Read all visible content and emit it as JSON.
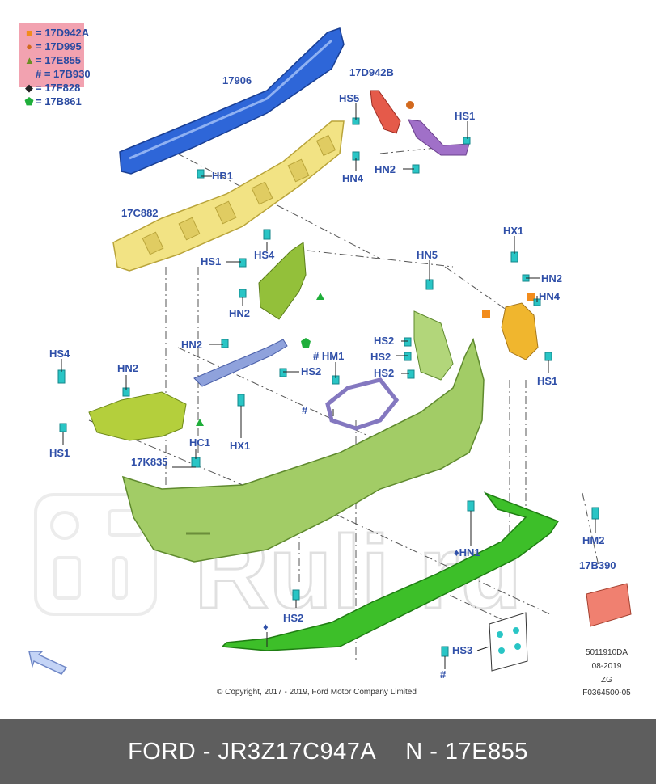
{
  "legend": [
    {
      "symbol": "square",
      "color": "#f28c1c",
      "text": "= 17D942A"
    },
    {
      "symbol": "circle",
      "color": "#d2691e",
      "text": "= 17D995"
    },
    {
      "symbol": "triangle",
      "color": "#6b8e23",
      "text": "= 17E855"
    },
    {
      "symbol": "hash",
      "color": "#222222",
      "text": "# = 17B930"
    },
    {
      "symbol": "diamond",
      "color": "#222222",
      "text": "= 17F828"
    },
    {
      "symbol": "pentagon",
      "color": "#1fae3a",
      "text": "= 17B861"
    }
  ],
  "part_labels": {
    "p17906": "17906",
    "p17D942B": "17D942B",
    "p17C882": "17C882",
    "p17K835": "17K835",
    "p17B390": "17B390",
    "hb1": "HB1",
    "hs5": "HS5",
    "hs1_top": "HS1",
    "hn4_top": "HN4",
    "hn2_top": "HN2",
    "hs1_mid": "HS1",
    "hs4_mid": "HS4",
    "hn2_mid": "HN2",
    "hn5": "HN5",
    "hx1_right": "HX1",
    "hn2_right": "HN2",
    "hn4_right": "HN4",
    "hs1_right": "HS1",
    "hs4_left": "HS4",
    "hn2_left": "HN2",
    "hs1_left": "HS1",
    "hn2_bracket": "HN2",
    "hs2_bracket": "HS2",
    "hm1": "HM1",
    "hs2_a": "HS2",
    "hs2_b": "HS2",
    "hs2_c": "HS2",
    "hx1_mid": "HX1",
    "hc1": "HC1",
    "hn1": "HN1",
    "hm2": "HM2",
    "hs2_bottom": "HS2",
    "hs3": "HS3"
  },
  "markers": {
    "hash": "#",
    "diamond": "♦"
  },
  "copyright": "© Copyright, 2017 - 2019, Ford Motor Company Limited",
  "reference": {
    "line1": "5011910DA",
    "line2": "08-2019",
    "line3": "ZG",
    "line4": "F0364500-05"
  },
  "footer": {
    "brand_part": "FORD - JR3Z17C947A",
    "code": "N - 17E855"
  },
  "watermark": "Ruli.ru"
}
